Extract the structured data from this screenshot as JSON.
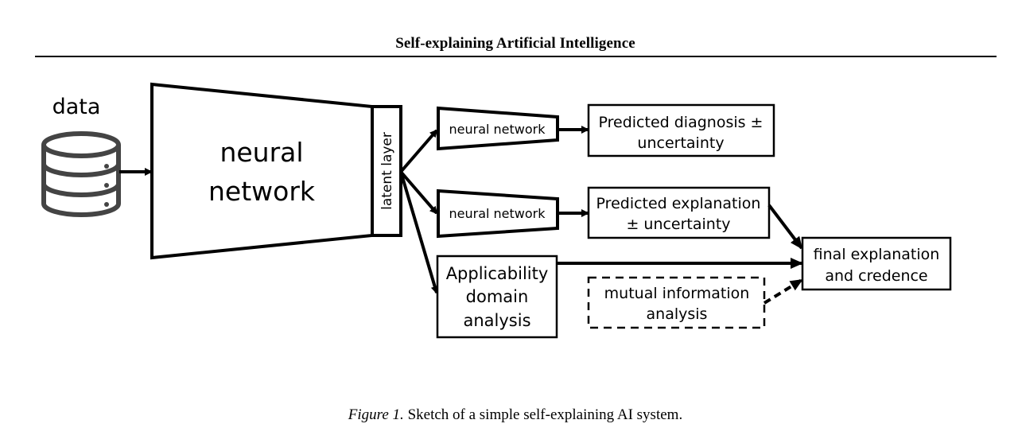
{
  "header": {
    "running_title": "Self-explaining Artificial Intelligence"
  },
  "figure": {
    "data_label": "data",
    "encoder_label_line1": "neural",
    "encoder_label_line2": "network",
    "latent_label": "latent layer",
    "head1_label": "neural network",
    "head2_label": "neural network",
    "diagnosis_line1": "Predicted diagnosis ±",
    "diagnosis_line2": "uncertainty",
    "explanation_line1": "Predicted explanation",
    "explanation_line2": "± uncertainty",
    "applicability_line1": "Applicability",
    "applicability_line2": "domain",
    "applicability_line3": "analysis",
    "mutual_line1": "mutual information",
    "mutual_line2": "analysis",
    "final_line1": "final explanation",
    "final_line2": "and credence",
    "icons": {
      "database": "database-icon"
    }
  },
  "caption": {
    "label": "Figure 1.",
    "text": "Sketch of a simple self-explaining AI system."
  }
}
